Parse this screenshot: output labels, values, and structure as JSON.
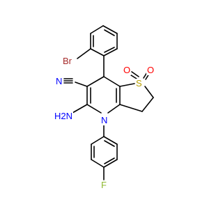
{
  "molecule": {
    "atoms": {
      "bromine": "Br",
      "nitrile_nitrogen": "N",
      "sulfur": "S",
      "sulfonyl_oxygen_left": "O",
      "sulfonyl_oxygen_right": "O",
      "amino": "H2N",
      "ring_nitrogen": "N",
      "fluorine": "F"
    },
    "colors": {
      "bromine": "#a52a2a",
      "nitrogen": "#0000ff",
      "sulfur": "#b8a000",
      "oxygen": "#ff0000",
      "fluorine": "#8fb830",
      "bond": "#000000"
    }
  }
}
